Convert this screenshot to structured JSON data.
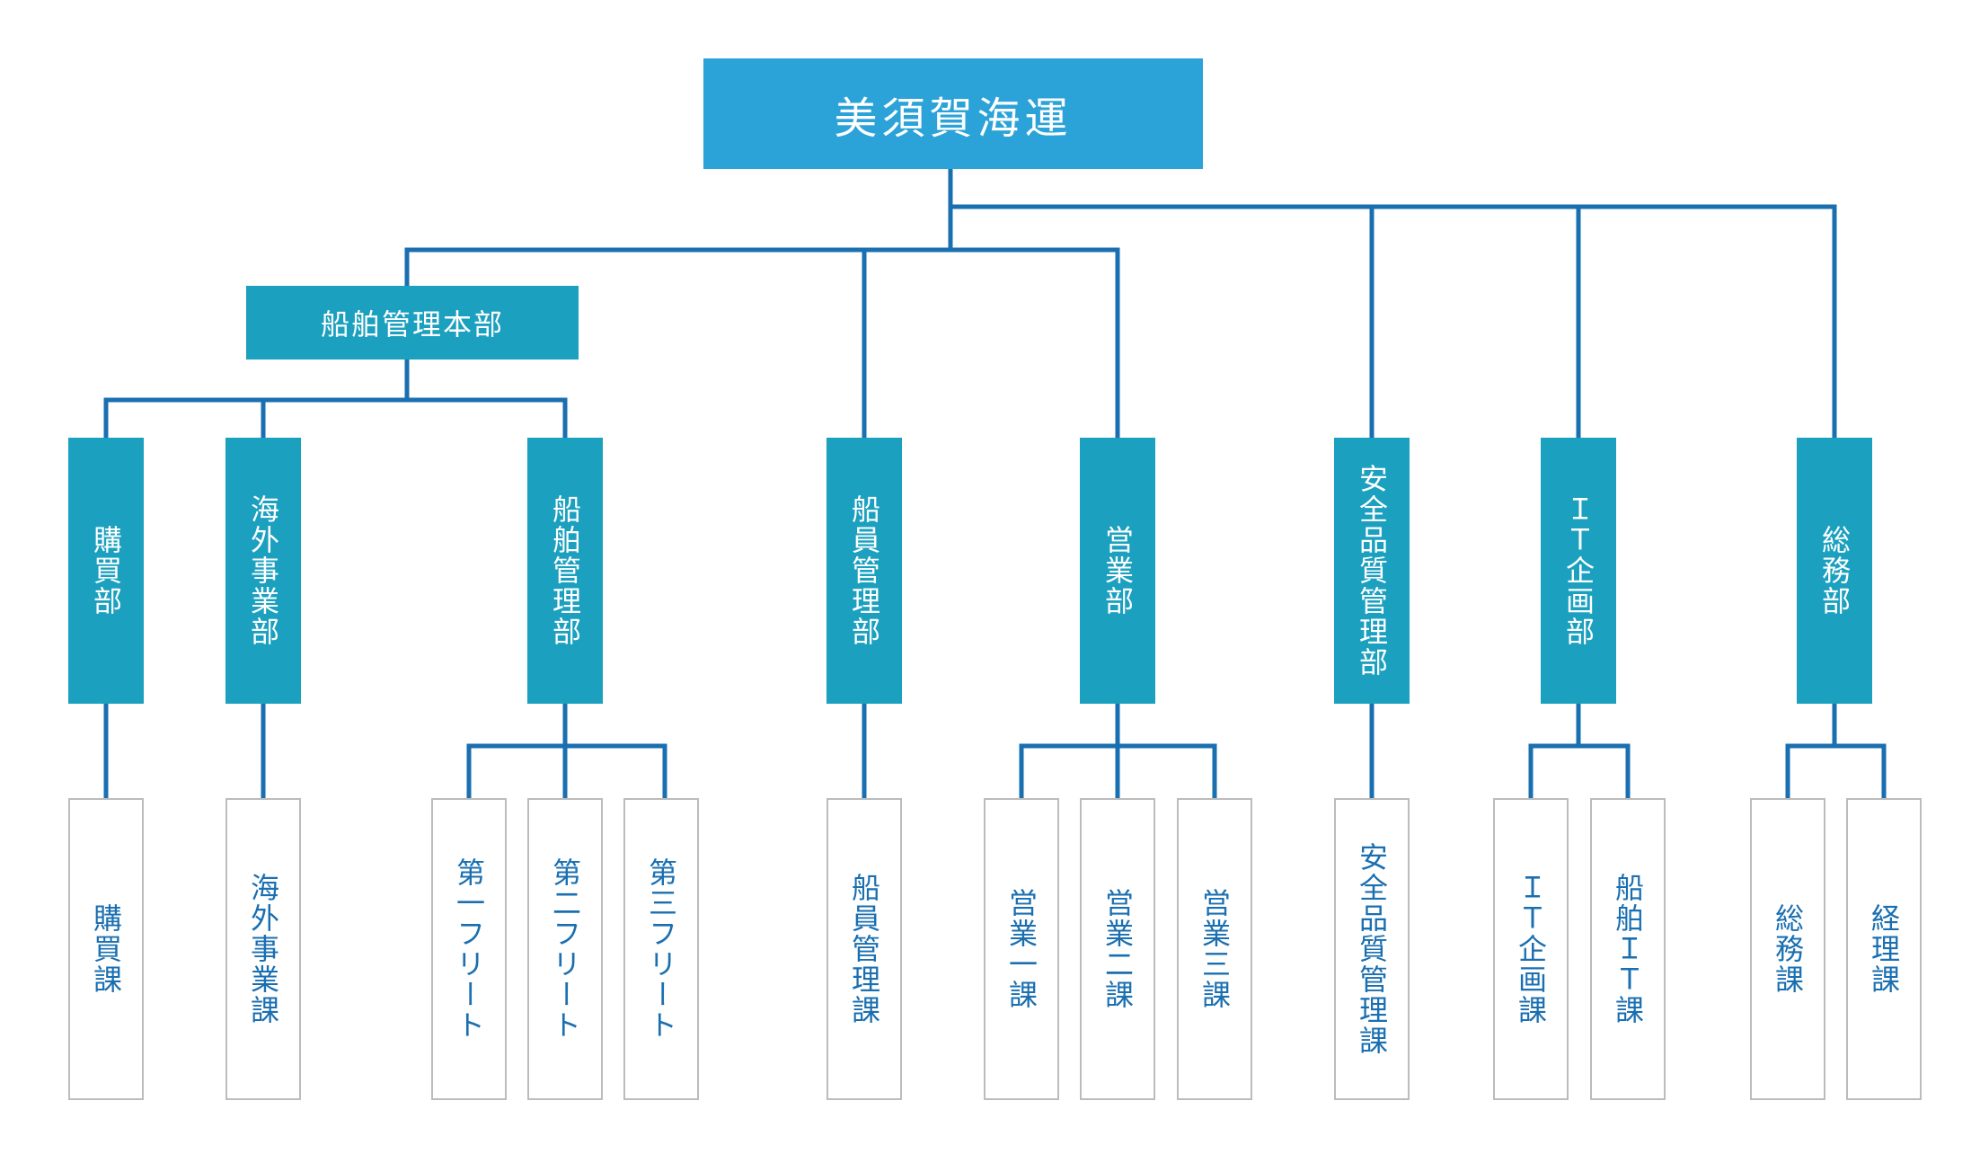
{
  "root": {
    "label": "美須賀海運"
  },
  "hq": {
    "label": "船舶管理本部"
  },
  "departments": [
    {
      "label": "購買部"
    },
    {
      "label": "海外事業部"
    },
    {
      "label": "船舶管理部"
    },
    {
      "label": "船員管理部"
    },
    {
      "label": "営業部"
    },
    {
      "label": "安全品質管理部"
    },
    {
      "label": "ＩＴ企画部"
    },
    {
      "label": "総務部"
    }
  ],
  "sections": [
    {
      "label": "購買課"
    },
    {
      "label": "海外事業課"
    },
    {
      "label": "第一フリート"
    },
    {
      "label": "第二フリート"
    },
    {
      "label": "第三フリート"
    },
    {
      "label": "船員管理課"
    },
    {
      "label": "営業一課"
    },
    {
      "label": "営業二課"
    },
    {
      "label": "営業三課"
    },
    {
      "label": "安全品質管理課"
    },
    {
      "label": "ＩＴ企画課"
    },
    {
      "label": "船舶ＩＴ課"
    },
    {
      "label": "総務課"
    },
    {
      "label": "経理課"
    }
  ],
  "colors": {
    "root": "#2ba3d8",
    "department": "#1ba0bf",
    "connector": "#1a6fb1",
    "section_text": "#1a6fb1",
    "section_border": "#bcbcbc"
  }
}
